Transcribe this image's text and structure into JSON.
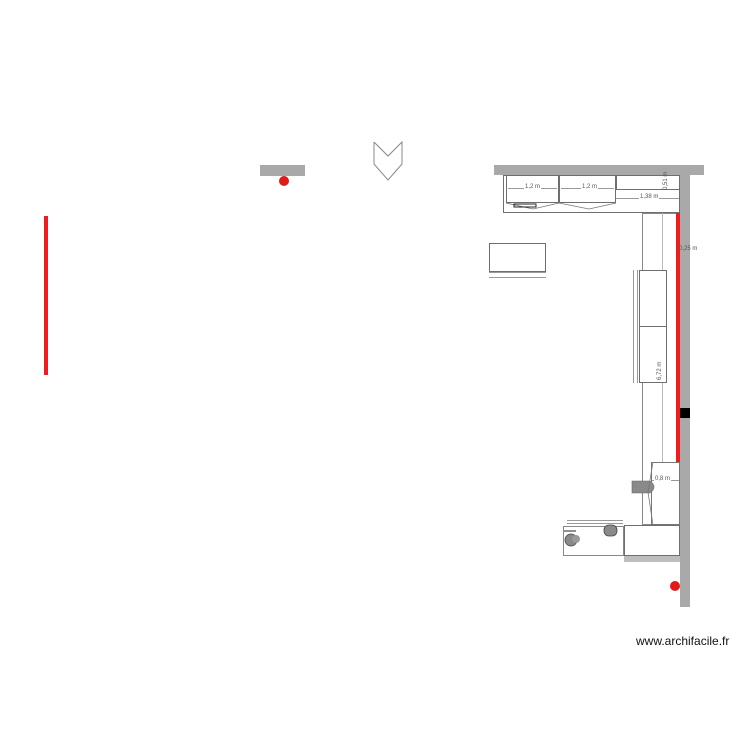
{
  "plan": {
    "dimensions": {
      "top_cabinet_1": "1,2 m",
      "top_cabinet_2": "1,2 m",
      "top_right_width": "1,38 m",
      "top_right_depth": "0,51 m",
      "right_wall_gap": "0,25 m",
      "right_run_length": "6,72 m",
      "bottom_right_width": "0,8 m"
    },
    "colors": {
      "wall": "#a9a9a9",
      "highlight_line": "#ee1c1c",
      "marker_dot": "#e01b1b",
      "outline": "#6e6e6e"
    },
    "icons": [
      "north-arrow-icon",
      "electric-outlet-dot-icon",
      "sink-icon",
      "chair-icon",
      "door-icon"
    ]
  },
  "footer": {
    "watermark": "www.archifacile.fr"
  }
}
